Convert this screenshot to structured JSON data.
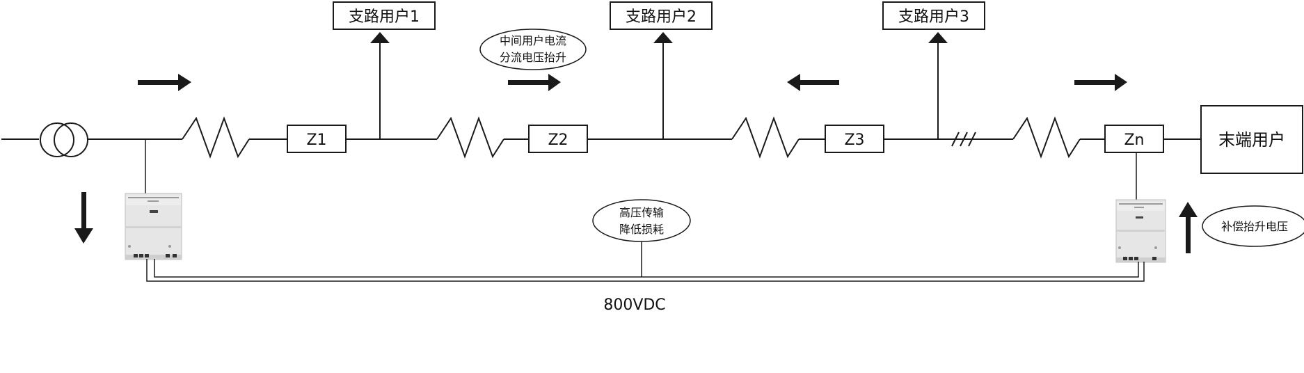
{
  "branch_users": [
    "支路用户1",
    "支路用户2",
    "支路用户3"
  ],
  "impedances": [
    "Z1",
    "Z2",
    "Z3",
    "Zn"
  ],
  "end_user": "末端用户",
  "callouts": {
    "middle_user": [
      "中间用户电流",
      "分流电压抬升"
    ],
    "high_voltage": [
      "高压传输",
      "降低损耗"
    ],
    "compensation": "补偿抬升电压"
  },
  "dc_bus_label": "800VDC",
  "colors": {
    "line": "#1a1a1a",
    "device": "#e6e6e6"
  }
}
